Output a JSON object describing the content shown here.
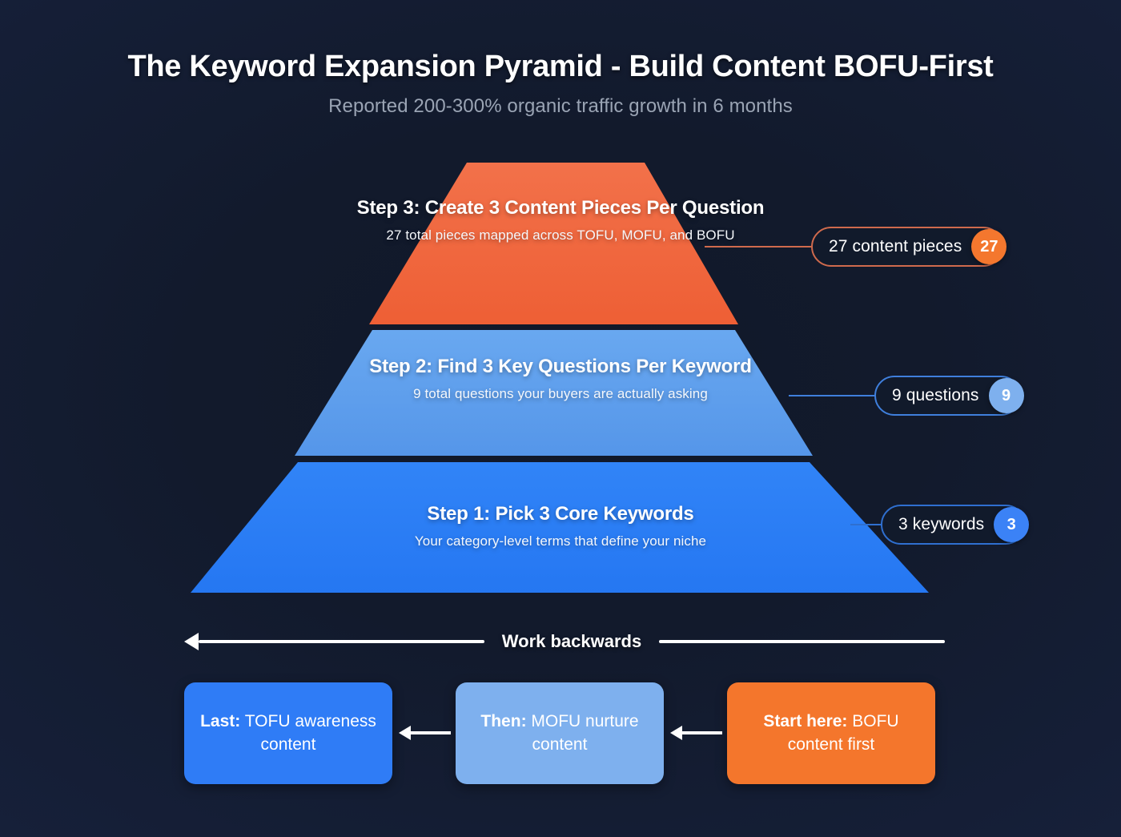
{
  "header": {
    "title": "The Keyword Expansion Pyramid - Build Content BOFU-First",
    "subtitle": "Reported 200-300% organic traffic growth in 6 months"
  },
  "pyramid": {
    "tiers": [
      {
        "id": "step-3",
        "title": "Step 3: Create 3 Content Pieces Per Question",
        "subtitle": "27 total pieces mapped across TOFU, MOFU, and BOFU",
        "color": "#f0663c"
      },
      {
        "id": "step-2",
        "title": "Step 2: Find 3 Key Questions Per Keyword",
        "subtitle": "9 total questions your buyers are actually asking",
        "color": "#5d9fee"
      },
      {
        "id": "step-1",
        "title": "Step 1: Pick 3 Core Keywords",
        "subtitle": "Your category-level terms that define your niche",
        "color": "#2b7ff5"
      }
    ]
  },
  "callouts": [
    {
      "id": "content-pieces",
      "label": "27 content pieces",
      "count": "27",
      "chip_color": "#f4772e",
      "border_color": "#cf6a4d"
    },
    {
      "id": "questions",
      "label": "9 questions",
      "count": "9",
      "chip_color": "#7eb0ee",
      "border_color": "#3f7fdc"
    },
    {
      "id": "keywords",
      "label": "3 keywords",
      "count": "3",
      "chip_color": "#3b82f6",
      "border_color": "#2f6fd0"
    }
  ],
  "backwards": {
    "label": "Work backwards",
    "direction": "left"
  },
  "flow": {
    "cards": [
      {
        "id": "tofu",
        "prefix": "Last:",
        "text": " TOFU awareness content",
        "color": "#2f7cf6"
      },
      {
        "id": "mofu",
        "prefix": "Then:",
        "text": " MOFU nurture content",
        "color": "#7eb0ee"
      },
      {
        "id": "bofu",
        "prefix": "Start here:",
        "text": " BOFU content first",
        "color": "#f4762c"
      }
    ]
  },
  "theme": {
    "background": "#131c2e",
    "text_primary": "#ffffff",
    "text_muted": "#9aa4b4"
  }
}
